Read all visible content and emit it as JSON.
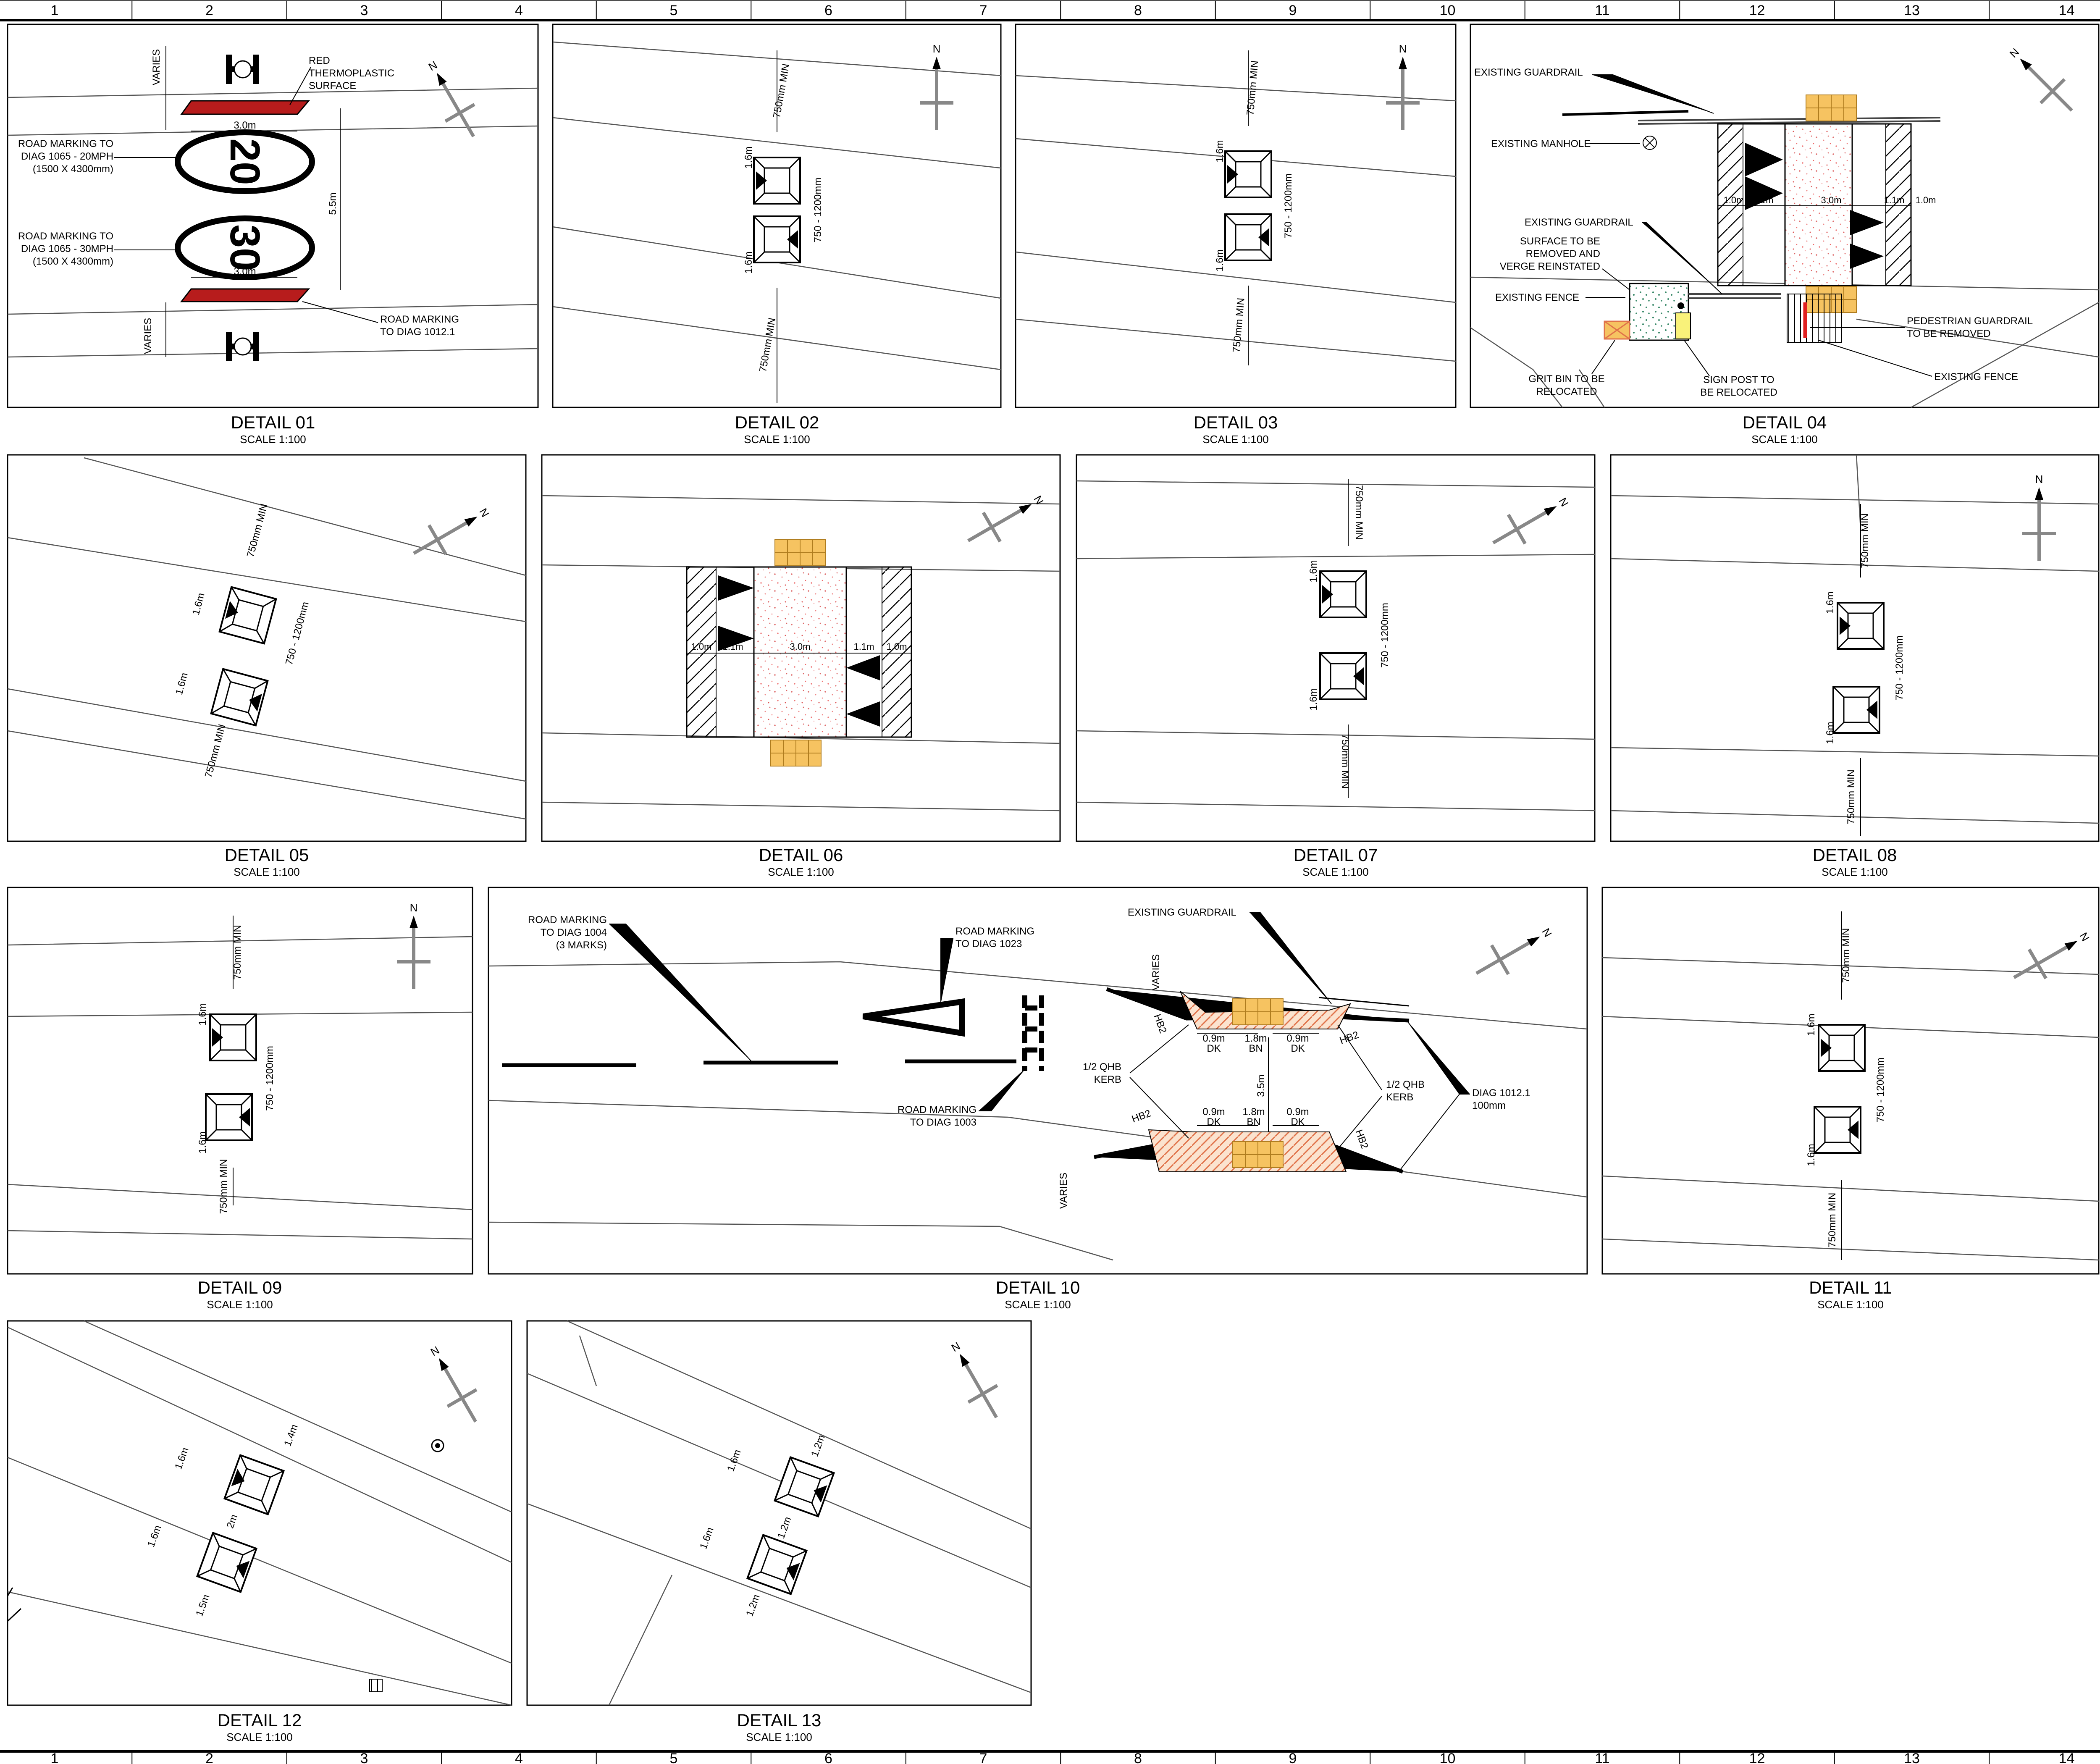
{
  "grid": {
    "columns": [
      "1",
      "2",
      "3",
      "4",
      "5",
      "6",
      "7",
      "8",
      "9",
      "10",
      "11",
      "12",
      "13",
      "14"
    ]
  },
  "details": [
    {
      "title": "DETAIL 01",
      "scale": "SCALE 1:100"
    },
    {
      "title": "DETAIL 02",
      "scale": "SCALE 1:100"
    },
    {
      "title": "DETAIL 03",
      "scale": "SCALE 1:100"
    },
    {
      "title": "DETAIL 04",
      "scale": "SCALE 1:100"
    },
    {
      "title": "DETAIL 05",
      "scale": "SCALE 1:100"
    },
    {
      "title": "DETAIL 06",
      "scale": "SCALE 1:100"
    },
    {
      "title": "DETAIL 07",
      "scale": "SCALE 1:100"
    },
    {
      "title": "DETAIL 08",
      "scale": "SCALE 1:100"
    },
    {
      "title": "DETAIL 09",
      "scale": "SCALE 1:100"
    },
    {
      "title": "DETAIL 10",
      "scale": "SCALE 1:100"
    },
    {
      "title": "DETAIL 11",
      "scale": "SCALE 1:100"
    },
    {
      "title": "DETAIL 12",
      "scale": "SCALE 1:100"
    },
    {
      "title": "DETAIL 13",
      "scale": "SCALE 1:100"
    }
  ],
  "north": "N",
  "dims": {
    "min750": "750mm MIN",
    "range": "750 - 1200mm",
    "d16": "1.6m",
    "d30": "3.0m",
    "d55": "5.5m",
    "d10": "1.0m",
    "d11": "1.1m",
    "d14": "1.4m",
    "d2": "2m",
    "d15": "1.5m",
    "d12": "1.2m",
    "d09": "0.9m",
    "d18": "1.8m",
    "d35": "3.5m",
    "varies": "VARIES",
    "dk": "DK",
    "bn": "BN",
    "hb2": "HB2"
  },
  "detail01": {
    "red_surface": [
      "RED",
      "THERMOPLASTIC",
      "SURFACE"
    ],
    "mark20": [
      "ROAD MARKING TO",
      "DIAG 1065 - 20MPH",
      "(1500 X 4300mm)"
    ],
    "mark30": [
      "ROAD MARKING TO",
      "DIAG 1065 - 30MPH",
      "(1500 X 4300mm)"
    ],
    "mark1012": [
      "ROAD MARKING",
      "TO DIAG 1012.1"
    ],
    "num20": "20",
    "num30": "30"
  },
  "detail04": {
    "guardrail_top": "EXISTING GUARDRAIL",
    "manhole": "EXISTING MANHOLE",
    "guardrail_mid": "EXISTING GUARDRAIL",
    "surface": [
      "SURFACE TO BE",
      "REMOVED AND",
      "VERGE REINSTATED"
    ],
    "fence_left": "EXISTING FENCE",
    "ped_guardrail": [
      "PEDESTRIAN GUARDRAIL",
      "TO BE REMOVED"
    ],
    "grit_bin": [
      "GRIT BIN TO BE",
      "RELOCATED"
    ],
    "sign_post": [
      "SIGN POST TO",
      "BE RELOCATED"
    ],
    "fence_right": "EXISTING FENCE"
  },
  "detail10": {
    "diag1004": [
      "ROAD MARKING",
      "TO DIAG 1004",
      "(3 MARKS)"
    ],
    "diag1023": [
      "ROAD MARKING",
      "TO DIAG 1023"
    ],
    "diag1003": [
      "ROAD MARKING",
      "TO DIAG 1003"
    ],
    "guardrail": "EXISTING GUARDRAIL",
    "qhb_left": [
      "1/2 QHB",
      "KERB"
    ],
    "qhb_right": [
      "1/2 QHB",
      "KERB"
    ],
    "diag1012": [
      "DIAG 1012.1",
      "100mm"
    ]
  }
}
